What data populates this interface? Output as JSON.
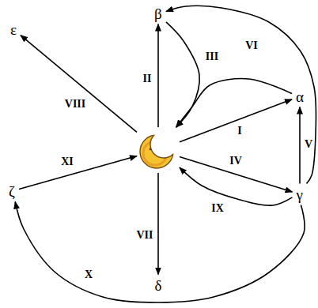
{
  "diagram": {
    "nodes": [
      {
        "text": [
          "β"
        ]
      },
      {
        "text": [
          "ε"
        ]
      },
      {
        "text": [
          "α"
        ]
      },
      {
        "text": []
      },
      {
        "text": [
          "ζ"
        ]
      },
      {
        "text": [
          "γ"
        ]
      },
      {
        "text": [
          "δ"
        ]
      }
    ],
    "edges": [
      {
        "from": 3,
        "to": 2,
        "label": "I",
        "arrow": "to"
      },
      {
        "from": 3,
        "to": 0,
        "label": "II",
        "arrow": "to"
      },
      {
        "from": 0,
        "to": 3,
        "label": "III",
        "arrow": "to"
      },
      {
        "from": 2,
        "to": 3,
        "arrow": "to"
      },
      {
        "from": 3,
        "to": 5,
        "label": "IV",
        "arrow": "to"
      },
      {
        "from": 5,
        "to": 2,
        "label": "V",
        "arrow": "to"
      },
      {
        "from": 5,
        "to": 0,
        "label": "VI",
        "arrow": "to"
      },
      {
        "from": 3,
        "to": 6,
        "label": "VII",
        "arrow": "to"
      },
      {
        "from": 3,
        "to": 1,
        "label": "VIII",
        "arrow": "to"
      },
      {
        "from": 5,
        "to": 3,
        "label": "IX",
        "arrow": "to"
      },
      {
        "from": 5,
        "to": 4,
        "label": "X",
        "arrow": "to"
      },
      {
        "from": 4,
        "to": 3,
        "label": "XI",
        "arrow": "to"
      }
    ]
  }
}
